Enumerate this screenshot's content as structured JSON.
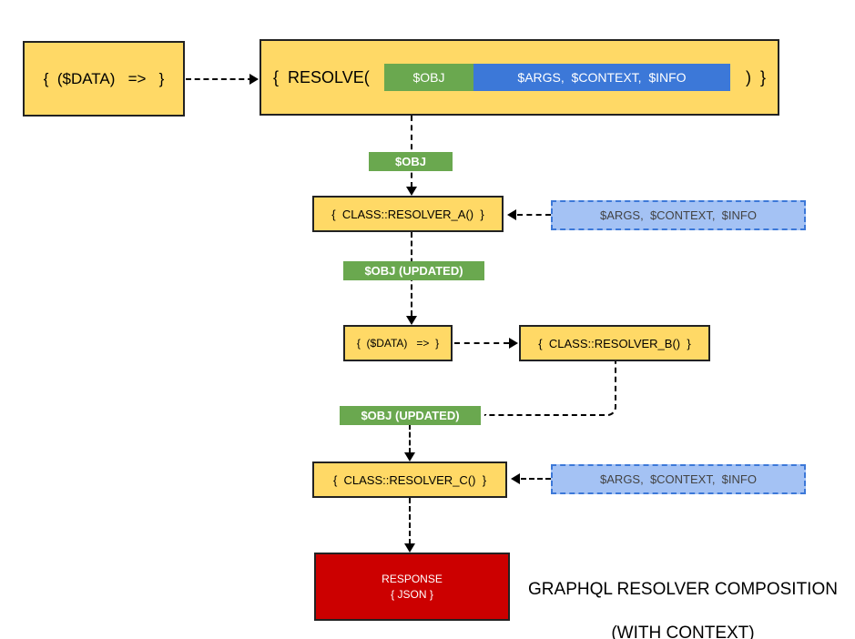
{
  "diagram": {
    "source_lambda": {
      "label": "{  ($DATA)   =>   }"
    },
    "resolve_box": {
      "prefix": "{  RESOLVE(",
      "obj_chip": "$OBJ",
      "args_chip": "$ARGS,  $CONTEXT,  $INFO",
      "suffix": ")  }"
    },
    "labels": {
      "obj": "$OBJ",
      "obj_updated_1": "$OBJ (UPDATED)",
      "obj_updated_2": "$OBJ (UPDATED)"
    },
    "resolvers": {
      "a": "{  CLASS::RESOLVER_A()  }",
      "b": "{  CLASS::RESOLVER_B()  }",
      "c": "{  CLASS::RESOLVER_C()  }"
    },
    "lambda2": {
      "label": "{  ($DATA)   =>  }"
    },
    "context_boxes": {
      "top": "$ARGS,  $CONTEXT,  $INFO",
      "bottom": "$ARGS,  $CONTEXT,  $INFO"
    },
    "response": {
      "line1": "RESPONSE",
      "line2": "{ JSON }"
    },
    "caption": {
      "line1": "GRAPHQL RESOLVER COMPOSITION",
      "line2": "(WITH CONTEXT)"
    }
  },
  "colors": {
    "yellow": "#FFD966",
    "green": "#6AA84F",
    "blue": "#3C78D8",
    "light_blue": "#A4C2F4",
    "red": "#CC0000",
    "border": "#222222",
    "context_text": "#434343"
  }
}
